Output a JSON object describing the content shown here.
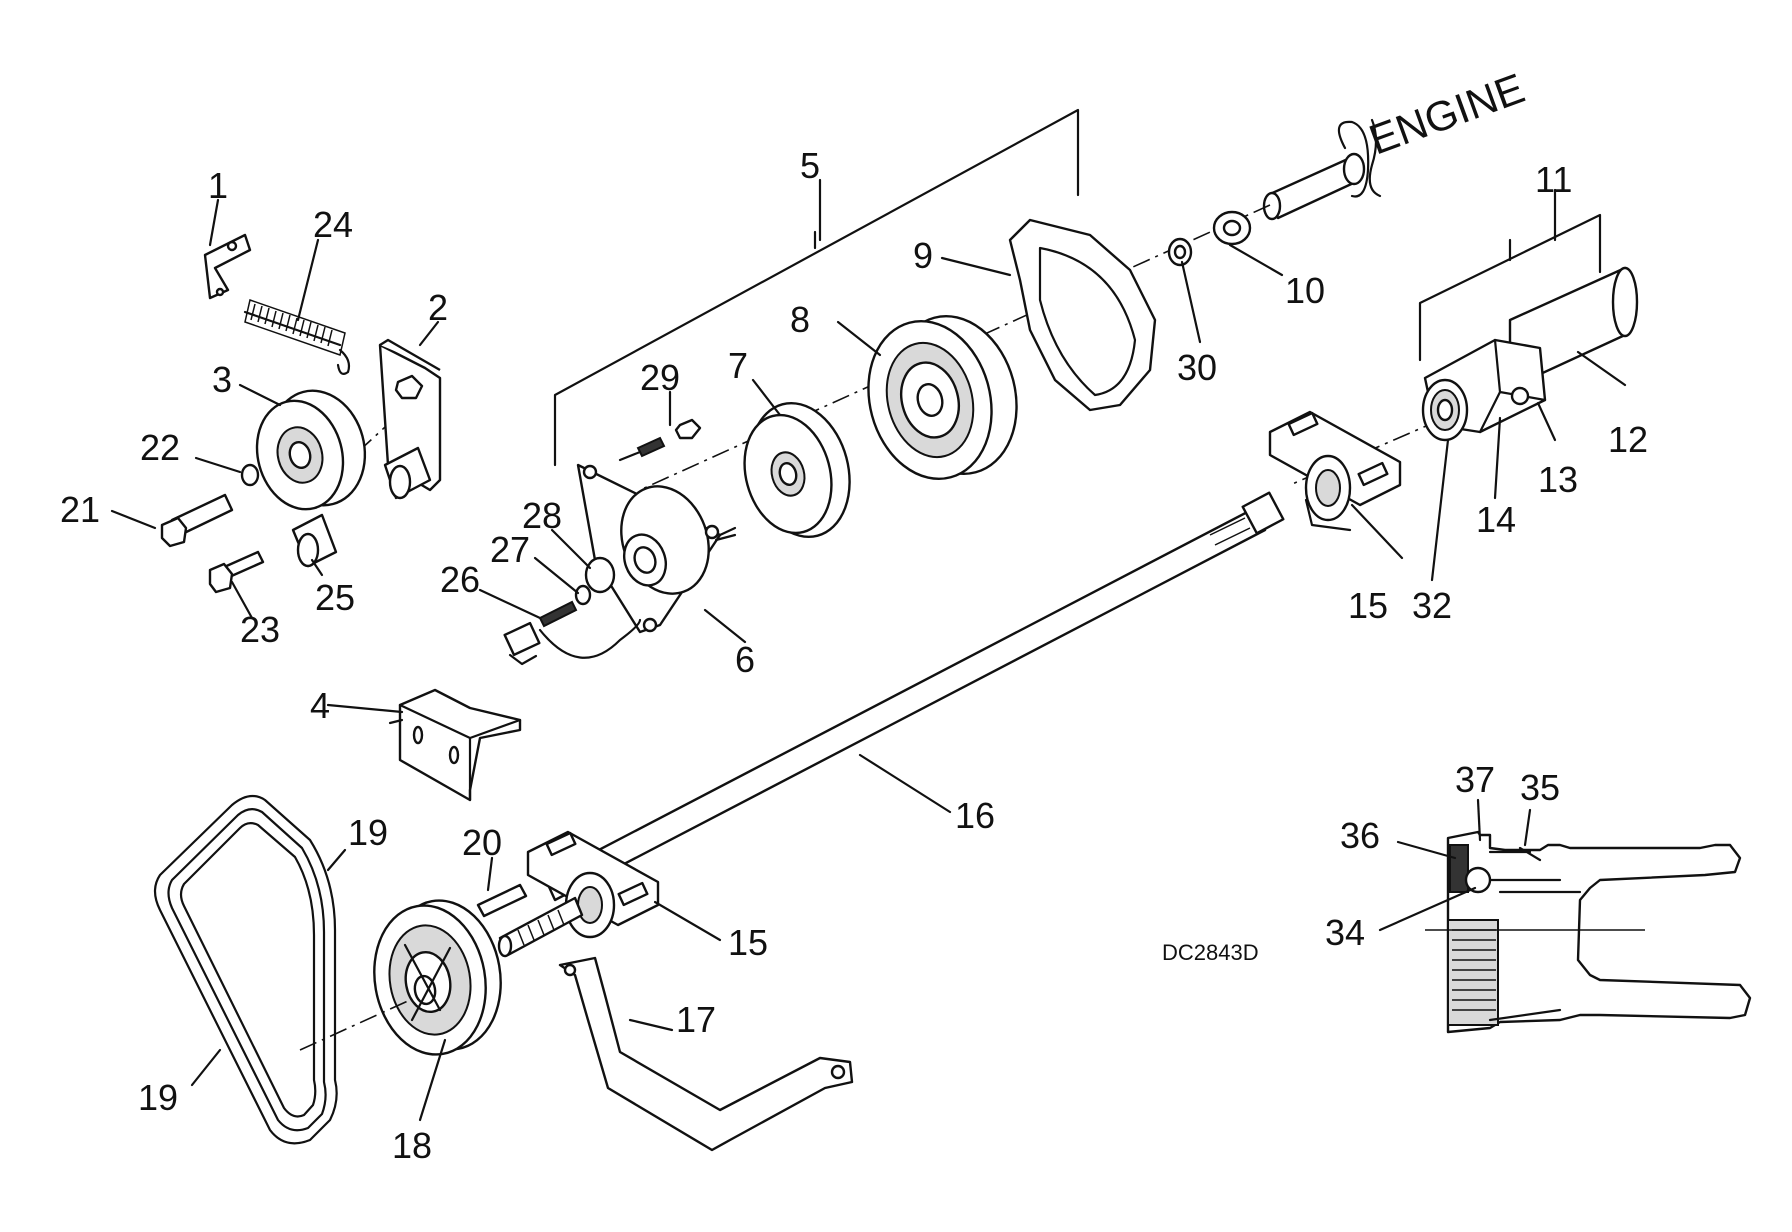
{
  "drawing_code": "DC2843D",
  "engine_label": "ENGINE",
  "callouts": {
    "c1": "1",
    "c2": "2",
    "c3": "3",
    "c4": "4",
    "c5": "5",
    "c6": "6",
    "c7": "7",
    "c8": "8",
    "c9": "9",
    "c10": "10",
    "c11": "11",
    "c12": "12",
    "c13": "13",
    "c14": "14",
    "c15a": "15",
    "c15b": "15",
    "c16": "16",
    "c17": "17",
    "c18": "18",
    "c19a": "19",
    "c19b": "19",
    "c20": "20",
    "c21": "21",
    "c22": "22",
    "c23": "23",
    "c24": "24",
    "c25": "25",
    "c26": "26",
    "c27": "27",
    "c28": "28",
    "c29": "29",
    "c30": "30",
    "c32": "32",
    "c34": "34",
    "c35": "35",
    "c36": "36",
    "c37": "37"
  }
}
